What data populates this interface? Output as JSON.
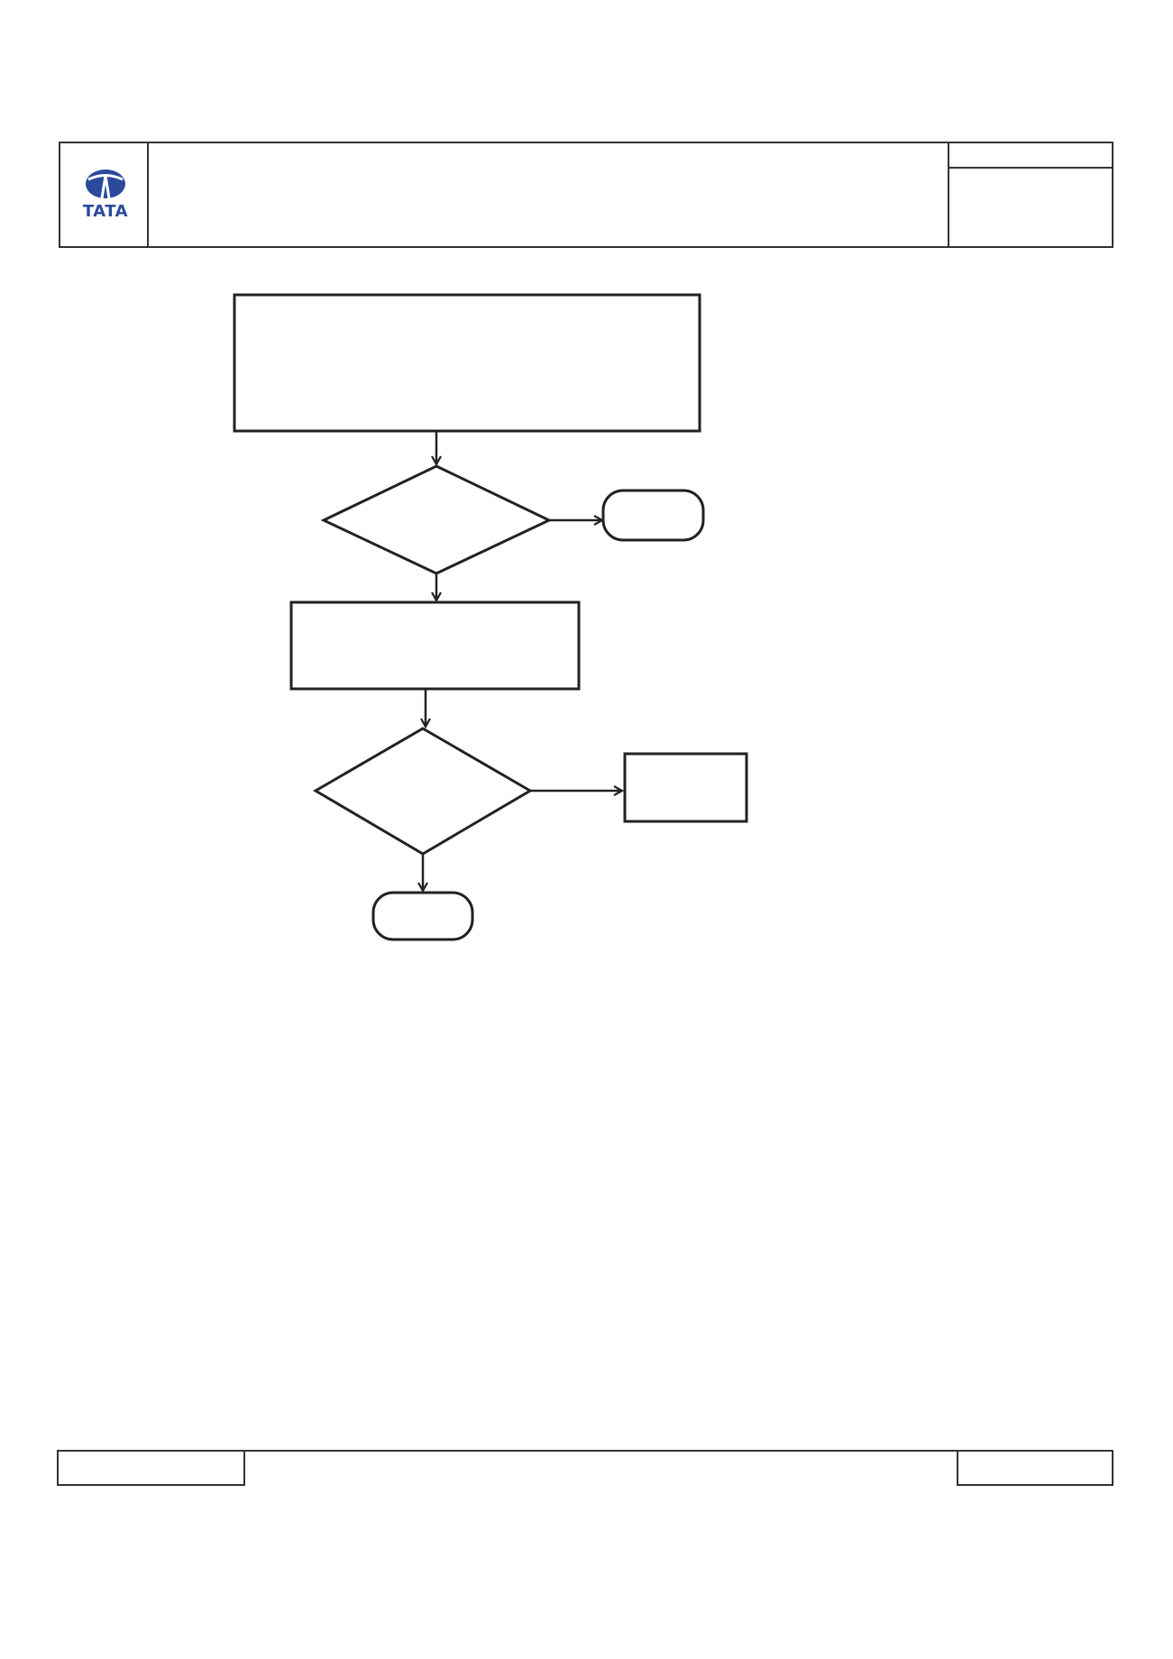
{
  "logo": {
    "wordmark": "TATA",
    "brand_color": "#2b4a9c"
  },
  "colors": {
    "line": "#222222",
    "border": "#333333",
    "background": "#ffffff"
  },
  "flowchart": {
    "nodes": [
      {
        "id": "process-1",
        "shape": "rectangle",
        "text": ""
      },
      {
        "id": "decision-1",
        "shape": "diamond",
        "text": ""
      },
      {
        "id": "terminal-1",
        "shape": "rounded",
        "text": ""
      },
      {
        "id": "process-2",
        "shape": "rectangle",
        "text": ""
      },
      {
        "id": "decision-2",
        "shape": "diamond",
        "text": ""
      },
      {
        "id": "process-3",
        "shape": "rectangle",
        "text": ""
      },
      {
        "id": "terminal-2",
        "shape": "rounded",
        "text": ""
      }
    ],
    "edges": [
      {
        "from": "process-1",
        "to": "decision-1"
      },
      {
        "from": "decision-1",
        "to": "terminal-1"
      },
      {
        "from": "decision-1",
        "to": "process-2"
      },
      {
        "from": "process-2",
        "to": "decision-2"
      },
      {
        "from": "decision-2",
        "to": "process-3"
      },
      {
        "from": "decision-2",
        "to": "terminal-2"
      }
    ]
  }
}
